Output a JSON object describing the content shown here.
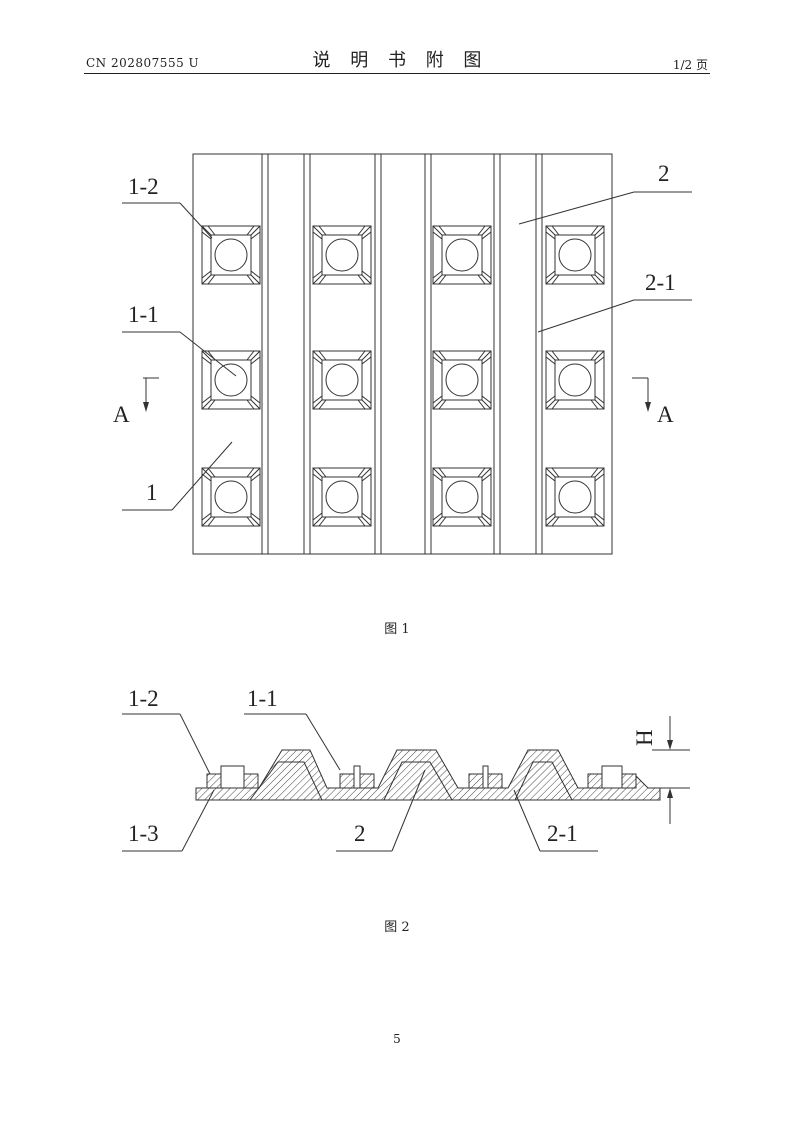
{
  "header": {
    "doc_number": "CN 202807555 U",
    "title": "说 明 书 附 图",
    "page_info": "1/2 页"
  },
  "figure1": {
    "caption": "图 1",
    "labels": {
      "l12": "1-2",
      "l11": "1-1",
      "l1": "1",
      "l2": "2",
      "l21": "2-1",
      "a_left": "A",
      "a_right": "A"
    }
  },
  "figure2": {
    "caption": "图 2",
    "labels": {
      "l12": "1-2",
      "l11": "1-1",
      "l13": "1-3",
      "l2": "2",
      "l21": "2-1",
      "h": "H"
    }
  },
  "footer": {
    "page_number": "5"
  }
}
